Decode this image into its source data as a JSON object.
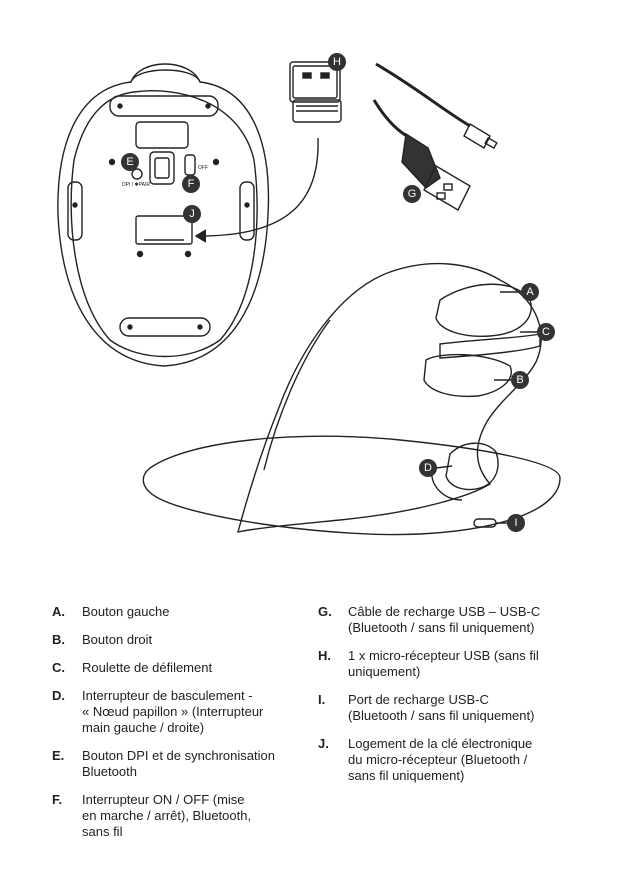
{
  "callouts": {
    "a": "A",
    "b": "B",
    "c": "C",
    "d": "D",
    "e": "E",
    "f": "F",
    "g": "G",
    "h": "H",
    "i": "I",
    "j": "J"
  },
  "mouse_bottom_labels": {
    "dpi_pair": "DPI / ✱PAIR",
    "off": "OFF"
  },
  "legend": {
    "left": [
      {
        "letter": "A.",
        "text": "Bouton gauche"
      },
      {
        "letter": "B.",
        "text": "Bouton droit"
      },
      {
        "letter": "C.",
        "text": "Roulette de défilement"
      },
      {
        "letter": "D.",
        "text": "Interrupteur de basculement -\n« Nœud papillon » (Interrupteur\nmain gauche / droite)"
      },
      {
        "letter": "E.",
        "text": "Bouton DPI et de synchronisation\nBluetooth"
      },
      {
        "letter": "F.",
        "text": "Interrupteur ON / OFF (mise\nen marche / arrêt), Bluetooth,\nsans fil"
      }
    ],
    "right": [
      {
        "letter": "G.",
        "text": "Câble de recharge USB – USB-C\n(Bluetooth / sans fil uniquement)"
      },
      {
        "letter": "H.",
        "text": "1 x micro-récepteur USB (sans fil\nuniquement)"
      },
      {
        "letter": "I.",
        "text": "Port de recharge USB-C\n(Bluetooth / sans fil uniquement)"
      },
      {
        "letter": "J.",
        "text": "Logement de la clé électronique\ndu micro-récepteur (Bluetooth /\nsans fil uniquement)"
      }
    ]
  },
  "colors": {
    "line": "#222222",
    "callout_fill": "#333333",
    "page": "#ffffff"
  }
}
